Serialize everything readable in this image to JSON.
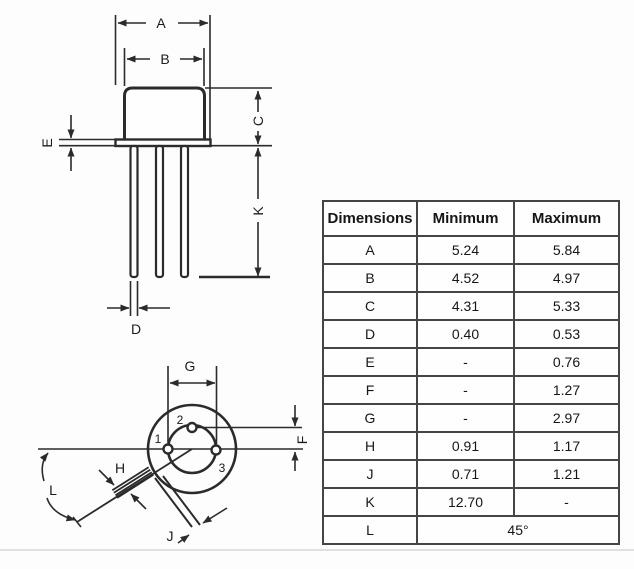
{
  "colors": {
    "line": "#2b2b2b",
    "table_border": "#454545",
    "background": "#fdfdfd"
  },
  "side_view": {
    "labels": {
      "a": "A",
      "b": "B",
      "c": "C",
      "d": "D",
      "e": "E",
      "k": "K"
    }
  },
  "bottom_view": {
    "labels": {
      "g": "G",
      "f": "F",
      "h": "H",
      "j": "J",
      "l": "L"
    },
    "pins": {
      "p1": "1",
      "p2": "2",
      "p3": "3"
    }
  },
  "table": {
    "headers": {
      "dimension": "Dimensions",
      "minimum": "Minimum",
      "maximum": "Maximum"
    },
    "rows": [
      {
        "dim": "A",
        "min": "5.24",
        "max": "5.84"
      },
      {
        "dim": "B",
        "min": "4.52",
        "max": "4.97"
      },
      {
        "dim": "C",
        "min": "4.31",
        "max": "5.33"
      },
      {
        "dim": "D",
        "min": "0.40",
        "max": "0.53"
      },
      {
        "dim": "E",
        "min": "-",
        "max": "0.76"
      },
      {
        "dim": "F",
        "min": "-",
        "max": "1.27"
      },
      {
        "dim": "G",
        "min": "-",
        "max": "2.97"
      },
      {
        "dim": "H",
        "min": "0.91",
        "max": "1.17"
      },
      {
        "dim": "J",
        "min": "0.71",
        "max": "1.21"
      },
      {
        "dim": "K",
        "min": "12.70",
        "max": "-"
      },
      {
        "dim": "L",
        "merged": "45°"
      }
    ]
  }
}
